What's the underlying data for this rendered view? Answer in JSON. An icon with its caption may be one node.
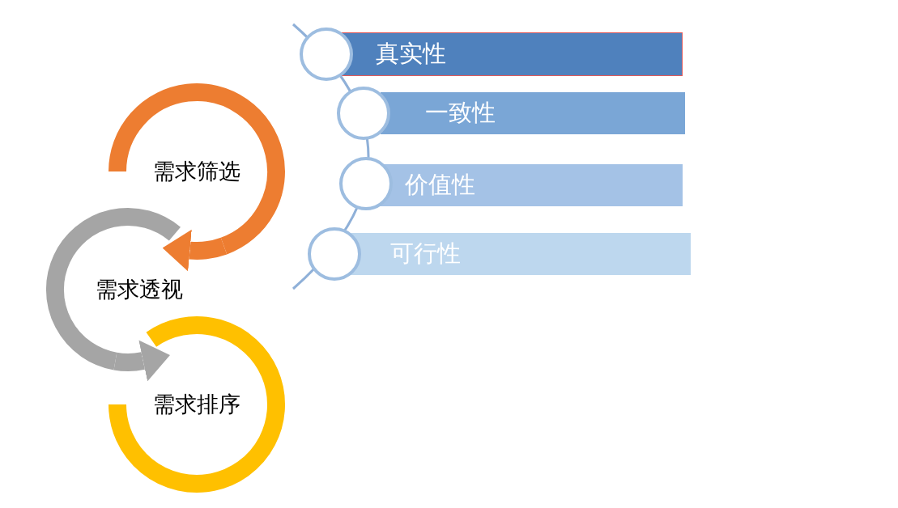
{
  "diagram": {
    "nodes": [
      {
        "text": [
          "需求筛选"
        ]
      },
      {
        "text": [
          "需求透视"
        ]
      },
      {
        "text": [
          "需求排序"
        ]
      },
      {
        "text": [
          "真实性"
        ]
      },
      {
        "text": [
          "一致性"
        ]
      },
      {
        "text": [
          "价值性"
        ]
      },
      {
        "text": [
          "可行性"
        ]
      }
    ],
    "edges": [
      {
        "from": 0,
        "to": 1,
        "arrow": "to",
        "color": "#ed7d31"
      },
      {
        "from": 1,
        "to": 2,
        "arrow": "to",
        "color": "#a5a5a5"
      }
    ]
  }
}
